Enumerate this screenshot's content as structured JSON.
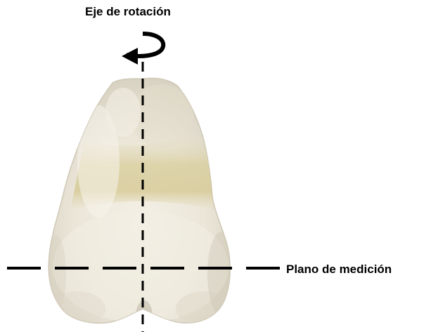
{
  "labels": {
    "rotation_axis": "Eje de rotación",
    "measurement_plane": "Plano de medición"
  },
  "image": {
    "subject": "tooth",
    "colors": {
      "enamel_light": "#f1ede2",
      "enamel_mid": "#e6e0cf",
      "dentin_band": "#d9cf9c",
      "shadow": "#c8c2b2",
      "line": "#000000"
    }
  },
  "icons": {
    "rotation": "rotation-arrow-icon"
  }
}
